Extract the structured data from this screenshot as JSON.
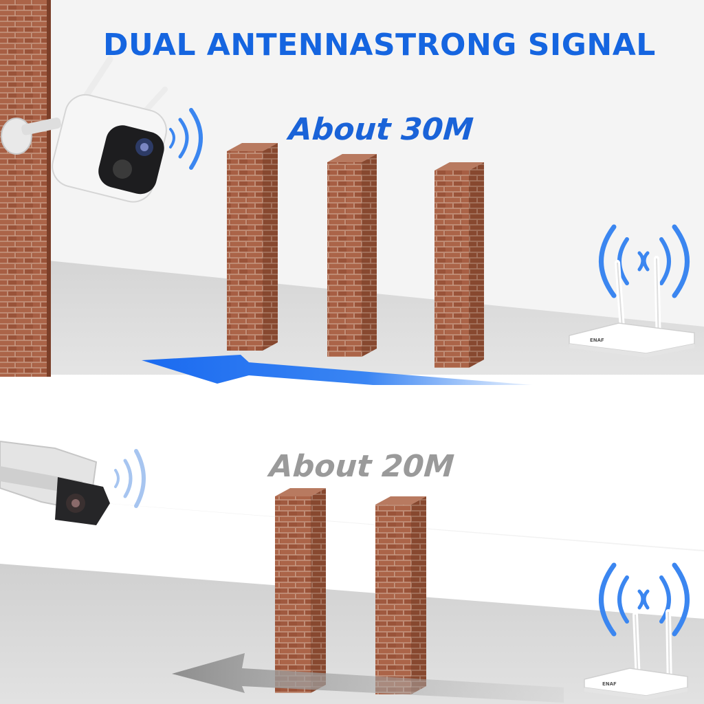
{
  "headline": {
    "text": "DUAL ANTENNASTRONG SIGNAL"
  },
  "comparison_top": {
    "distance_label": "About 30M"
  },
  "comparison_bottom": {
    "distance_label": "About 20M"
  },
  "router": {
    "brand": "ENAF"
  },
  "colors": {
    "headline": "#1565e0",
    "distance_top": "#1a63d8",
    "distance_bottom": "#9a9a9a",
    "signal_wave": "#3b86f0",
    "arrow_top": "#1a6af0",
    "arrow_bottom": "#8e8e8e",
    "brick": "#a0593f",
    "mortar": "#c89a84",
    "floor": "#d9d9d9",
    "wall_light": "#f2f2f2"
  },
  "icons": [
    "camera-icon",
    "bullet-camera-icon",
    "router-icon",
    "wifi-signal-icon",
    "brick-wall-icon",
    "arrow-icon"
  ]
}
